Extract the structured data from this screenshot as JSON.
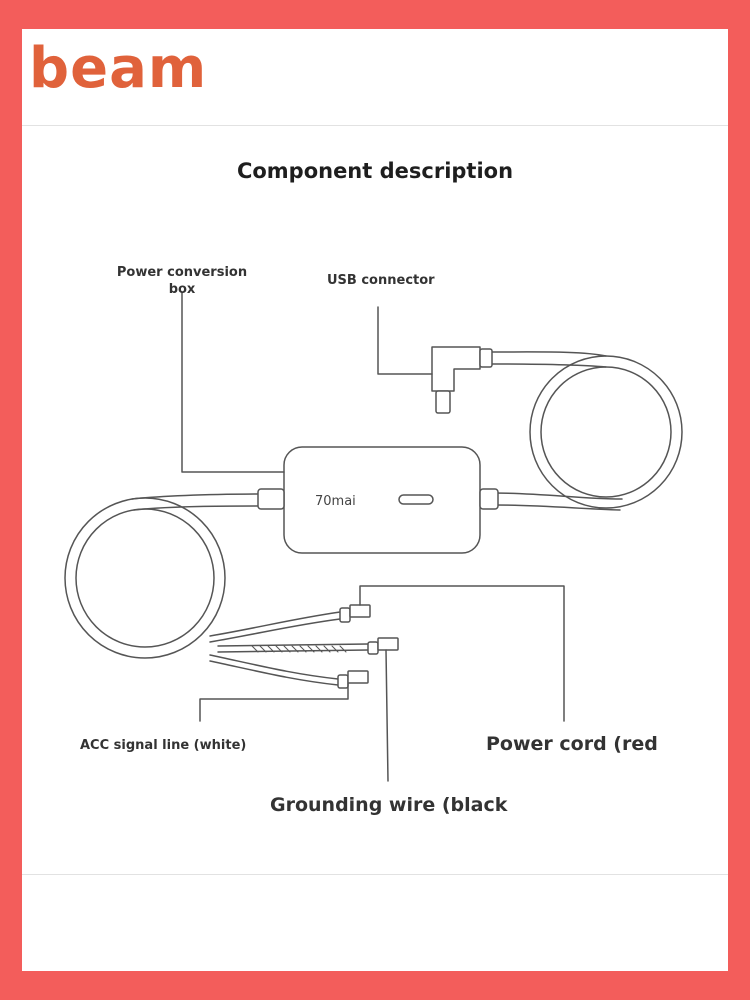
{
  "brand": {
    "logo_text": "beam"
  },
  "title": "Component description",
  "labels": {
    "power_box": "Power conversion box",
    "usb": "USB connector",
    "acc": "ACC signal line (white)",
    "power_cord": "Power cord (red",
    "ground": "Grounding wire (black"
  },
  "device": {
    "brand_text": "70mai"
  },
  "colors": {
    "border": "#f35d5b",
    "logo": "#e0623b",
    "line": "#555555"
  }
}
